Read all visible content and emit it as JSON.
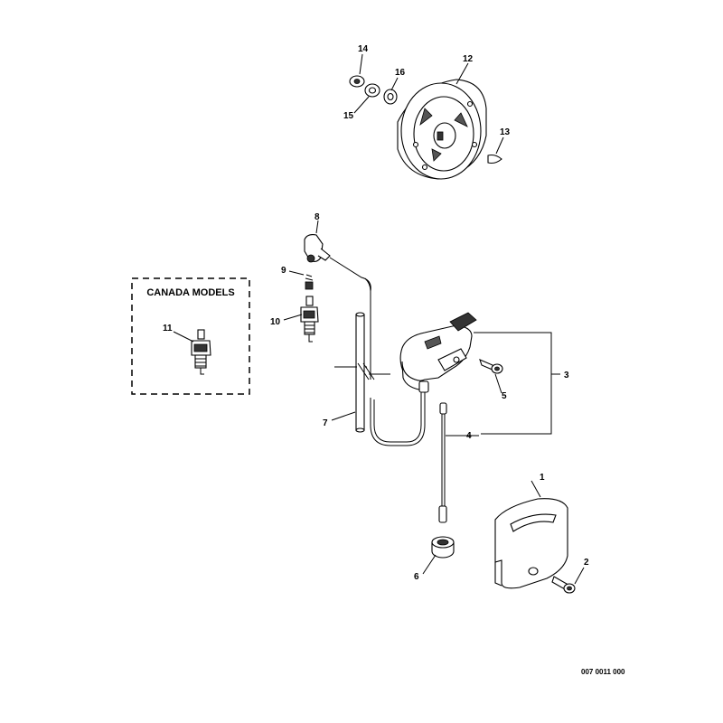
{
  "diagram": {
    "canada_box_title": "CANADA MODELS",
    "drawing_code": "007 0011 000",
    "callouts": {
      "p1": "1",
      "p2": "2",
      "p3": "3",
      "p4": "4",
      "p5": "5",
      "p6": "6",
      "p7": "7",
      "p8": "8",
      "p9": "9",
      "p10": "10",
      "p11": "11",
      "p12": "12",
      "p13": "13",
      "p14": "14",
      "p15": "15",
      "p16": "16"
    }
  }
}
